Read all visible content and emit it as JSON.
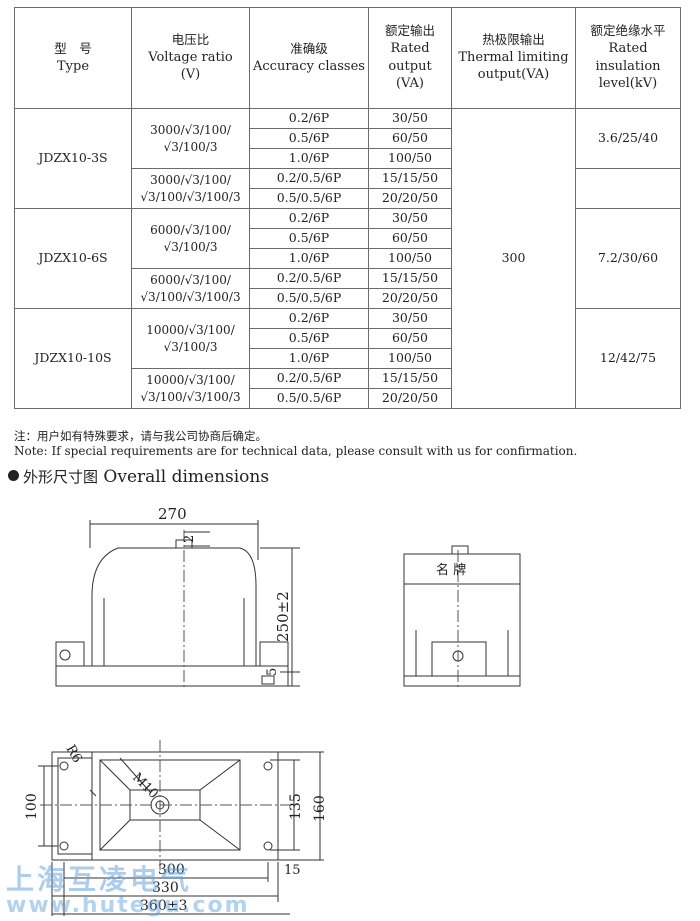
{
  "table": {
    "headers": {
      "type": {
        "zh": "型　号",
        "en": "Type"
      },
      "voltage": {
        "zh": "电压比",
        "en": "Voltage ratio",
        "unit": "(V)"
      },
      "accuracy": {
        "zh": "准确级",
        "en": "Accuracy classes"
      },
      "rated": {
        "zh": "额定输出",
        "en": "Rated output",
        "unit": "(VA)"
      },
      "thermal": {
        "zh": "热极限输出",
        "en": "Thermal limiting",
        "unit": "output(VA)"
      },
      "insulation": {
        "zh": "额定绝缘水平",
        "en": "Rated insulation",
        "unit": "level(kV)"
      }
    },
    "models": [
      {
        "type": "JDZX10-3S",
        "insulation": "3.6/25/40",
        "groups": [
          {
            "voltage_l1": "3000/√3/100/",
            "voltage_l2": "√3/100/3",
            "rows": [
              {
                "acc": "0.2/6P",
                "out": "30/50"
              },
              {
                "acc": "0.5/6P",
                "out": "60/50"
              },
              {
                "acc": "1.0/6P",
                "out": "100/50"
              }
            ]
          },
          {
            "voltage_l1": "3000/√3/100/",
            "voltage_l2": "√3/100/√3/100/3",
            "rows": [
              {
                "acc": "0.2/0.5/6P",
                "out": "15/15/50"
              },
              {
                "acc": "0.5/0.5/6P",
                "out": "20/20/50"
              }
            ]
          }
        ]
      },
      {
        "type": "JDZX10-6S",
        "insulation": "7.2/30/60",
        "groups": [
          {
            "voltage_l1": "6000/√3/100/",
            "voltage_l2": "√3/100/3",
            "rows": [
              {
                "acc": "0.2/6P",
                "out": "30/50"
              },
              {
                "acc": "0.5/6P",
                "out": "60/50"
              },
              {
                "acc": "1.0/6P",
                "out": "100/50"
              }
            ]
          },
          {
            "voltage_l1": "6000/√3/100/",
            "voltage_l2": "√3/100/√3/100/3",
            "rows": [
              {
                "acc": "0.2/0.5/6P",
                "out": "15/15/50"
              },
              {
                "acc": "0.5/0.5/6P",
                "out": "20/20/50"
              }
            ]
          }
        ]
      },
      {
        "type": "JDZX10-10S",
        "insulation": "12/42/75",
        "groups": [
          {
            "voltage_l1": "10000/√3/100/",
            "voltage_l2": "√3/100/3",
            "rows": [
              {
                "acc": "0.2/6P",
                "out": "30/50"
              },
              {
                "acc": "0.5/6P",
                "out": "60/50"
              },
              {
                "acc": "1.0/6P",
                "out": "100/50"
              }
            ]
          },
          {
            "voltage_l1": "10000/√3/100/",
            "voltage_l2": "√3/100/√3/100/3",
            "rows": [
              {
                "acc": "0.2/0.5/6P",
                "out": "15/15/50"
              },
              {
                "acc": "0.5/0.5/6P",
                "out": "20/20/50"
              }
            ]
          }
        ]
      }
    ],
    "thermal_value": "300"
  },
  "notes": {
    "zh": "注：用户如有特殊要求，请与我公司协商后确定。",
    "en": "Note: If special requirements are for technical data, please consult with us for confirmation."
  },
  "section": {
    "zh": "外形尺寸图",
    "en": "Overall dimensions"
  },
  "drawing": {
    "dim_270": "270",
    "dim_2": "2",
    "dim_250": "250±2",
    "dim_5": "5",
    "nameplate": "名  牌",
    "dim_r6": "R6",
    "dim_m10": "M10",
    "dim_100": "100",
    "dim_135": "135",
    "dim_160": "160",
    "dim_300": "300",
    "dim_15": "15",
    "dim_330": "330",
    "dim_360": "360±3"
  },
  "watermark": {
    "zh": "上海互凌电气",
    "url": "www.hutegu.com"
  }
}
